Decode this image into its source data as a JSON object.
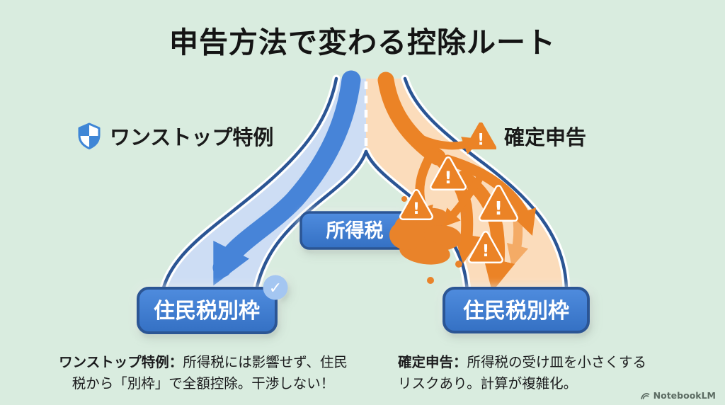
{
  "title": "申告方法で変わる控除ルート",
  "center_box": "所得税",
  "routes": {
    "left": {
      "label": "ワンストップ特例",
      "result_box": "住民税別枠",
      "caption": {
        "bold": "ワンストップ特例：",
        "line1_rest": "所得税には影響せず、住民",
        "line2": "税から「別枠」で全額控除。干渉しない！"
      }
    },
    "right": {
      "label": "確定申告",
      "result_box": "住民税別枠",
      "caption": {
        "bold": "確定申告：",
        "line1_rest": "所得税の受け皿を小さくする",
        "line2": "リスクあり。計算が複雑化。"
      }
    }
  },
  "icons": {
    "exclamation": "!",
    "checkmark": "✓",
    "shield": "shield-icon",
    "warning": "warning-triangle-icon",
    "logo": "notebooklm-logo"
  },
  "watermark": "NotebookLM",
  "colors": {
    "background": "#d9ecdf",
    "border_navy": "#2b5594",
    "route_blue": "#4784d8",
    "route_blue_light": "#cdddf4",
    "route_orange": "#eb8326",
    "route_orange_light": "#fbdcbb",
    "box_blue": "#3d7cd0",
    "badge_blue": "#a4c6f1"
  }
}
